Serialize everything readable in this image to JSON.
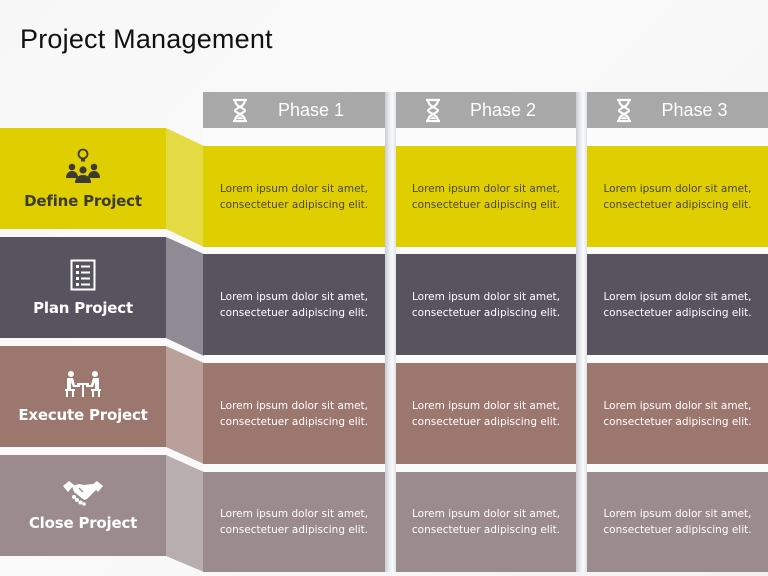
{
  "title": "Project Management",
  "colors": {
    "header_bg": "#a8a8a8",
    "define": "#e0cf00",
    "define_side": "#e4da44",
    "plan": "#575460",
    "plan_side": "#8f8b95",
    "execute": "#9c776e",
    "execute_side": "#b9a09a",
    "close": "#9b8b8d",
    "close_side": "#b8adaf"
  },
  "phases": [
    {
      "label": "Phase 1",
      "icon": "hourglass-icon"
    },
    {
      "label": "Phase 2",
      "icon": "hourglass-icon"
    },
    {
      "label": "Phase 3",
      "icon": "hourglass-icon"
    }
  ],
  "stages": [
    {
      "label": "Define Project",
      "icon": "team-idea-icon",
      "cells": [
        "Lorem ipsum dolor sit amet, consectetuer adipiscing elit.",
        "Lorem ipsum dolor sit amet, consectetuer adipiscing elit.",
        "Lorem ipsum dolor sit amet, consectetuer adipiscing elit."
      ]
    },
    {
      "label": "Plan Project",
      "icon": "checklist-icon",
      "cells": [
        "Lorem ipsum dolor sit amet, consectetuer adipiscing elit.",
        "Lorem ipsum dolor sit amet, consectetuer adipiscing elit.",
        "Lorem ipsum dolor sit amet, consectetuer adipiscing elit."
      ]
    },
    {
      "label": "Execute Project",
      "icon": "meeting-icon",
      "cells": [
        "Lorem ipsum dolor sit amet, consectetuer adipiscing elit.",
        "Lorem ipsum dolor sit amet, consectetuer adipiscing elit.",
        "Lorem ipsum dolor sit amet, consectetuer adipiscing elit."
      ]
    },
    {
      "label": "Close Project",
      "icon": "handshake-icon",
      "cells": [
        "Lorem ipsum dolor sit amet, consectetuer adipiscing elit.",
        "Lorem ipsum dolor sit amet, consectetuer adipiscing elit.",
        "Lorem ipsum dolor sit amet, consectetuer adipiscing elit."
      ]
    }
  ]
}
